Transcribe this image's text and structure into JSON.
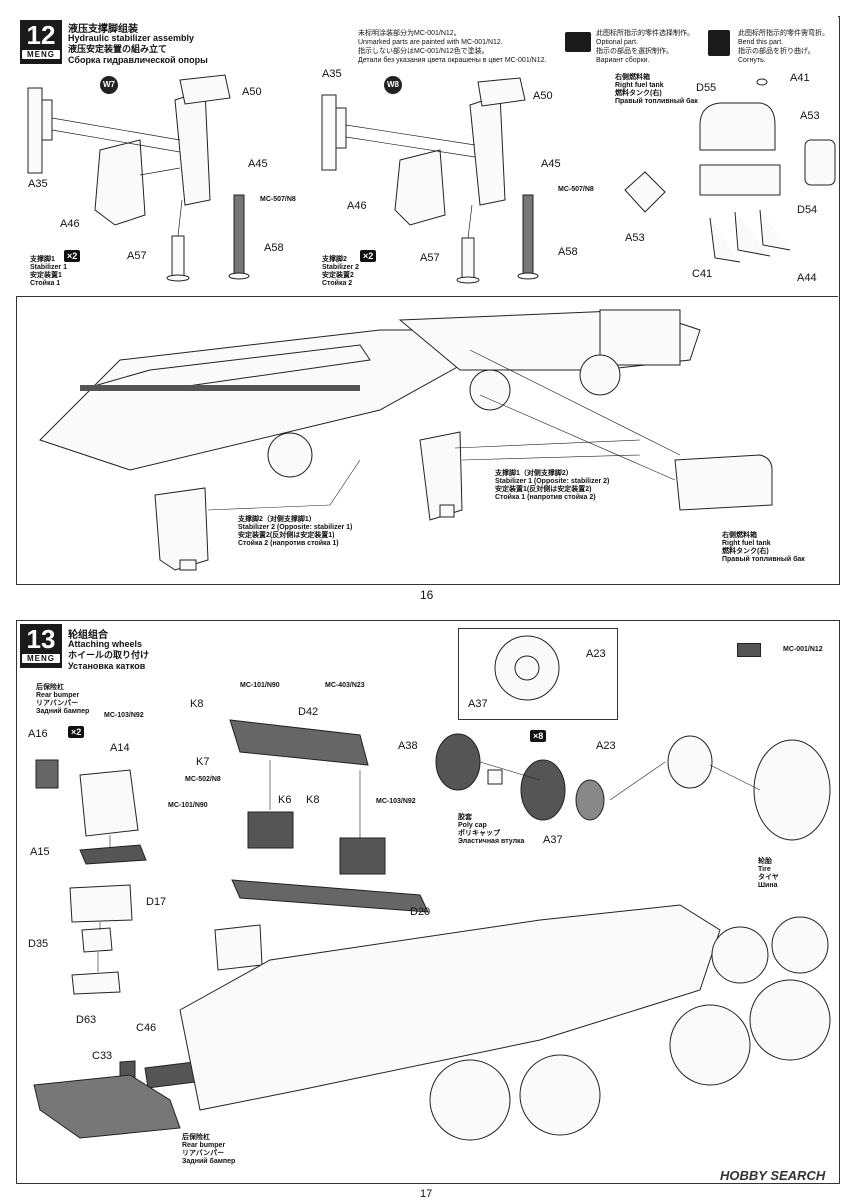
{
  "page16": {
    "step": "12",
    "brand": "MENG",
    "title_cn": "液压支撑脚组装",
    "title_en": "Hydraulic stabilizer assembly",
    "title_jp": "液压安定装置の組み立て",
    "title_ru": "Сборка гидравлической опоры",
    "note": {
      "cn": "未标明涂装部分为MC-001/N12。",
      "en": "Unmarked parts are painted with MC-001/N12.",
      "jp": "指示しない部分はMC-001/N12色で塗装。",
      "ru": "Детали без указания цвета окрашены в цвет MC-001/N12."
    },
    "optional": {
      "cn": "此图标所指示的零件选择制作。",
      "en": "Optional part.",
      "jp": "指示の部品を選択制作。",
      "ru": "Вариант сборки."
    },
    "bend": {
      "cn": "此图标所指示的零件需弯折。",
      "en": "Bend this part.",
      "jp": "指示の部品を折り曲げ。",
      "ru": "Согнуть."
    },
    "left": {
      "badge": "W7",
      "labels": [
        "A35",
        "A50",
        "A45",
        "A46",
        "A57",
        "A58"
      ],
      "paint": "MC-507/N8",
      "qty": "×2",
      "caption": [
        "支撑脚1",
        "Stabilizer 1",
        "安定装置1",
        "Стойка 1"
      ]
    },
    "mid": {
      "badge": "W8",
      "labels": [
        "A35",
        "A50",
        "A45",
        "A46",
        "A57",
        "A58"
      ],
      "paint": "MC-507/N8",
      "qty": "×2",
      "caption": [
        "支撑脚2",
        "Stabilizer 2",
        "安定装置2",
        "Стойка 2"
      ]
    },
    "right": {
      "caption": [
        "右侧燃料箱",
        "Right fuel tank",
        "燃料タンク(右)",
        "Правый топливный бак"
      ],
      "labels": [
        "D55",
        "A41",
        "A53",
        "D54",
        "A53",
        "C41",
        "A44"
      ]
    },
    "assembly": {
      "stab1": [
        "支撑脚1（对侧支撑脚2）",
        "Stabilizer 1 (Opposite: stabilizer 2)",
        "安定装置1(反対側は安定装置2)",
        "Стойка 1 (напротив стойка 2)"
      ],
      "stab2": [
        "支撑脚2（对侧支撑脚1）",
        "Stabilizer 2 (Opposite: stabilizer 1)",
        "安定装置2(反対側は安定装置1)",
        "Стойка 2 (напротив стойка 1)"
      ],
      "tank": [
        "右侧燃料箱",
        "Right fuel tank",
        "燃料タンク(右)",
        "Правый топливный бак"
      ]
    },
    "page_number": "16"
  },
  "page17": {
    "step": "13",
    "brand": "MENG",
    "title_cn": "轮组组合",
    "title_en": "Attaching wheels",
    "title_jp": "ホイールの取り付け",
    "title_ru": "Установка катков",
    "paint_legend": "MC-001/N12",
    "bumper_caption": [
      "后保险杠",
      "Rear bumper",
      "リアバンパー",
      "Задний бампер"
    ],
    "bumper_labels": [
      "A16",
      "A14",
      "A15"
    ],
    "bumper_qty": "×2",
    "mid_labels": [
      "K8",
      "D42",
      "K7",
      "K6",
      "K8",
      "D20"
    ],
    "paints": [
      "MC-103/N92",
      "MC-101/N90",
      "MC-403/N23",
      "MC-502/N8",
      "MC-101/N90",
      "MC-103/N92"
    ],
    "wheel_labels": [
      "A23",
      "A37",
      "A38",
      "A23",
      "A37"
    ],
    "wheel_qty": "×8",
    "polycap": [
      "胶套",
      "Poly cap",
      "ポリキャップ",
      "Эластичная втулка"
    ],
    "tire": [
      "轮胎",
      "Tire",
      "タイヤ",
      "Шина"
    ],
    "lower_labels": [
      "D17",
      "D35",
      "D63",
      "C46",
      "C33"
    ],
    "bumper_caption2": [
      "后保险杠",
      "Rear bumper",
      "リアバンパー",
      "Задний бампер"
    ],
    "page_number": "17",
    "watermark": "HOBBY SEARCH"
  }
}
